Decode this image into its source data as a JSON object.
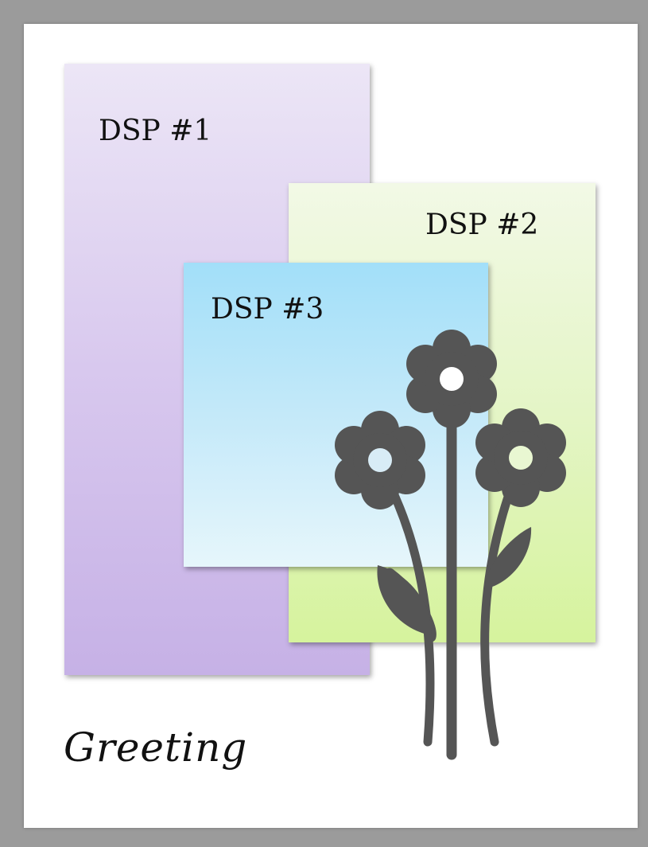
{
  "panels": {
    "dsp1": {
      "label": "DSP #1",
      "color": "#c6b1e6"
    },
    "dsp2": {
      "label": "DSP #2",
      "color": "#d6f39d"
    },
    "dsp3": {
      "label": "DSP #3",
      "color": "#a2dff9"
    }
  },
  "greeting": "Greeting",
  "embellishment": {
    "icon": "flower-bouquet-icon",
    "color": "#555555"
  },
  "background": {
    "frame": "#9b9b9b",
    "card": "#ffffff"
  }
}
